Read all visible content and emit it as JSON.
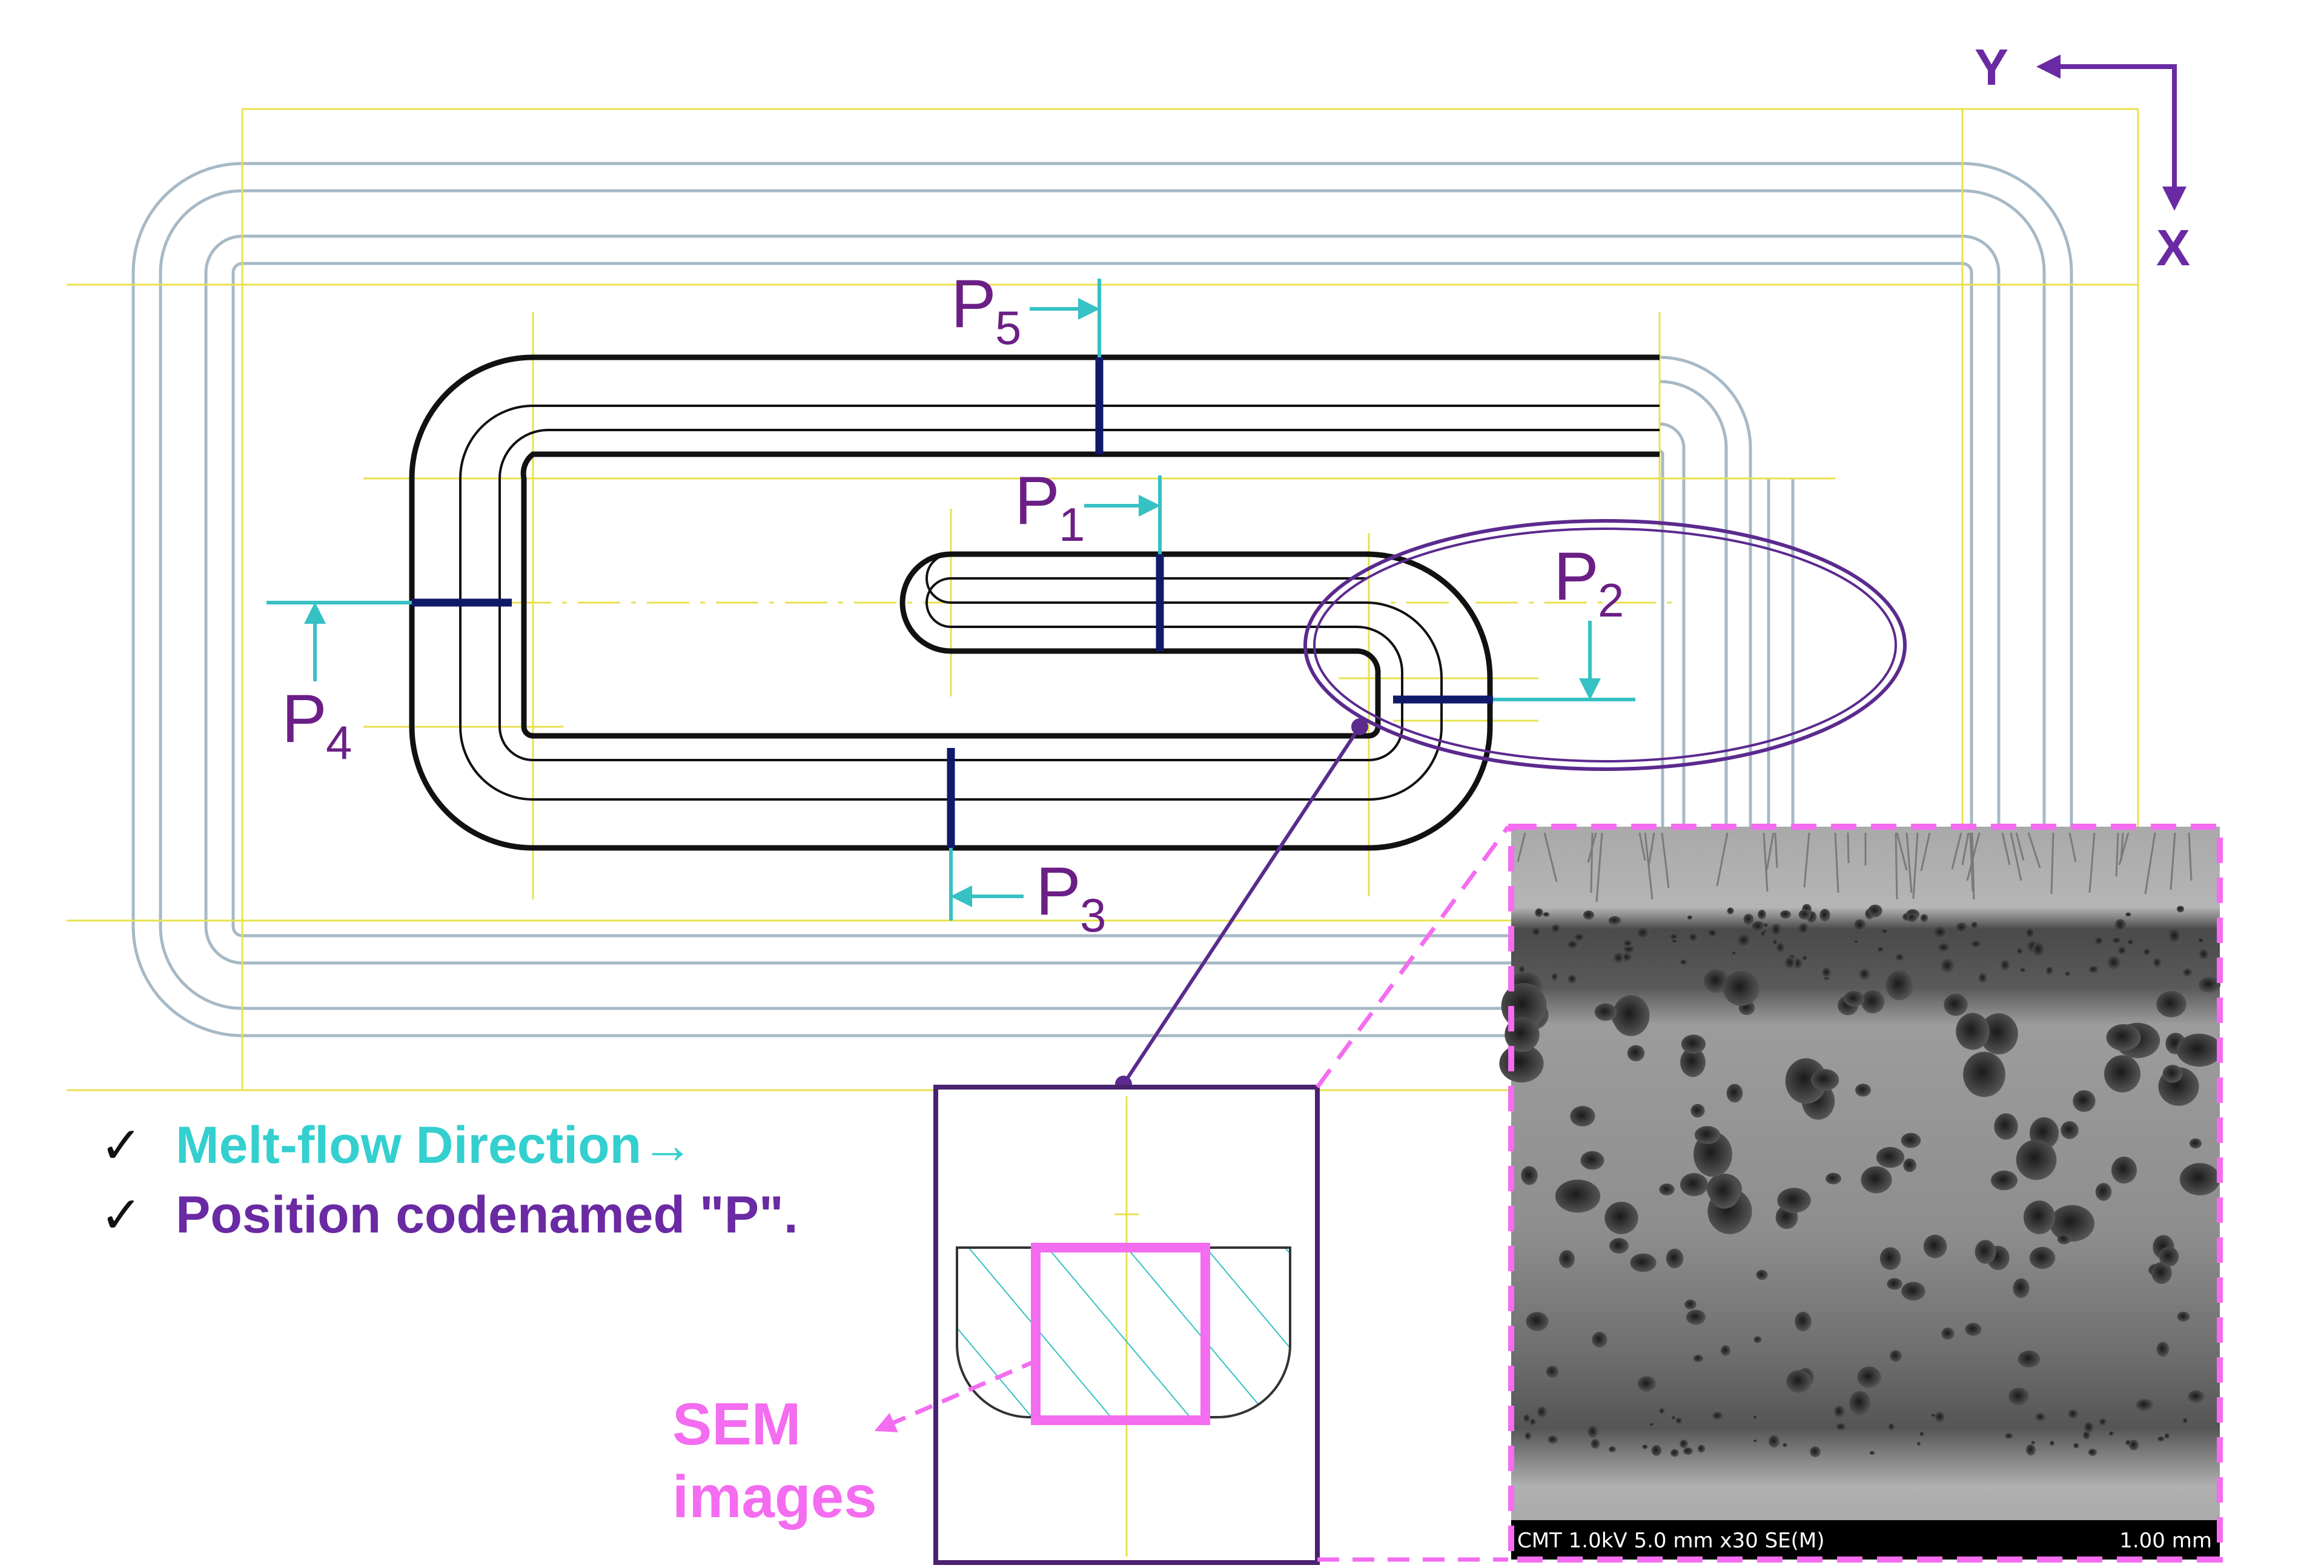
{
  "axes": {
    "y_label": "Y",
    "x_label": "X"
  },
  "positions": [
    {
      "letter": "P",
      "sub": "5"
    },
    {
      "letter": "P",
      "sub": "1"
    },
    {
      "letter": "P",
      "sub": "2"
    },
    {
      "letter": "P",
      "sub": "4"
    },
    {
      "letter": "P",
      "sub": "3"
    }
  ],
  "legend": {
    "check_mark": "✓",
    "melt_flow": "Melt-flow Direction→",
    "position_code": "Position codenamed \"P\"."
  },
  "sem": {
    "label_line1": "SEM",
    "label_line2": "images",
    "info_left": "CMT 1.0kV 5.0 mm x30 SE(M)",
    "info_right": "1.00 mm"
  },
  "colors": {
    "melt_flow": "#36c1c4",
    "position": "#6a2aa3",
    "sem": "#f46cf0",
    "outer_rails": "#a6b9c6",
    "inner_track": "#111111",
    "section_marks": "#101a6a",
    "center_lines": "#e8e14e"
  }
}
